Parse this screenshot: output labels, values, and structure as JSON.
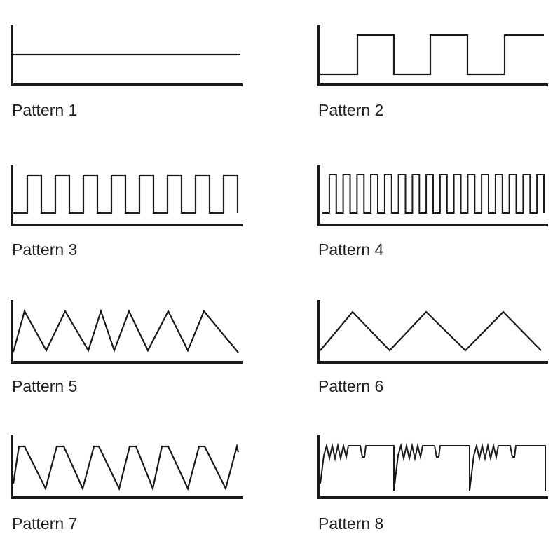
{
  "line_color": "#1a1a1a",
  "patterns": [
    {
      "label": "Pattern 1",
      "shape": "flat"
    },
    {
      "label": "Pattern 2",
      "shape": "square-wave",
      "cycles": 3
    },
    {
      "label": "Pattern 3",
      "shape": "square-wave",
      "cycles": 8
    },
    {
      "label": "Pattern 4",
      "shape": "square-wave",
      "cycles": 16
    },
    {
      "label": "Pattern 5",
      "shape": "asymmetric-sawtooth",
      "cycles": 6
    },
    {
      "label": "Pattern 6",
      "shape": "triangle-wave",
      "cycles": 3
    },
    {
      "label": "Pattern 7",
      "shape": "trapezoid-wave",
      "cycles": 6
    },
    {
      "label": "Pattern 8",
      "shape": "complex-burst",
      "cycles": 3
    }
  ]
}
